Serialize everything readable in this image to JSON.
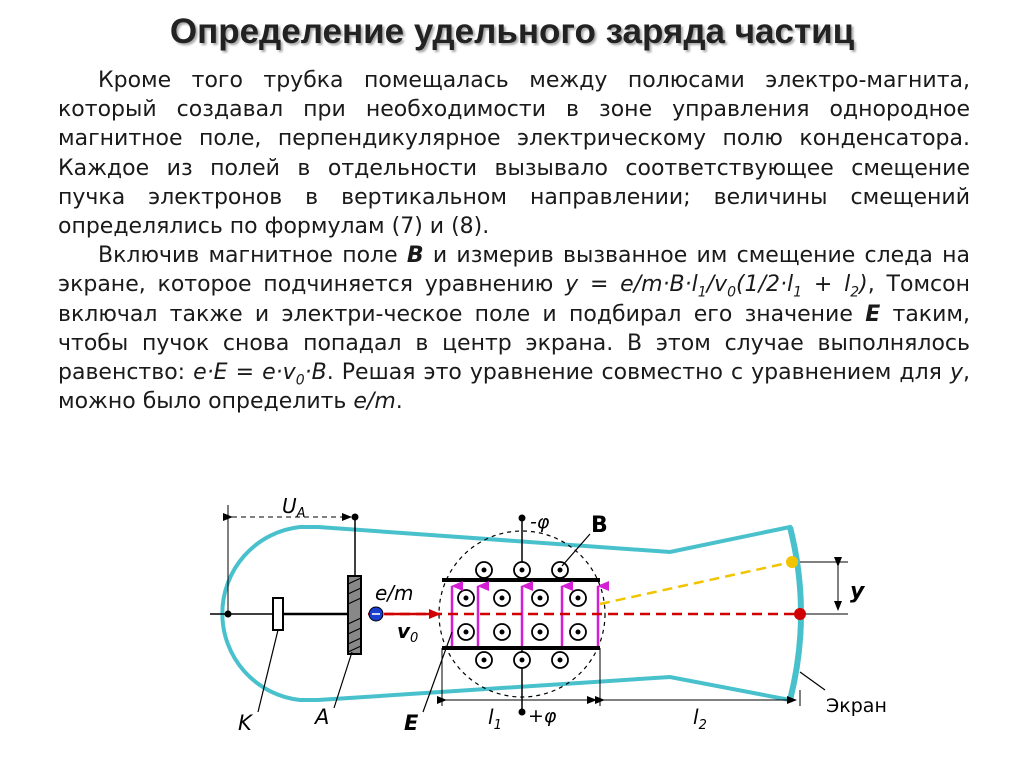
{
  "title": "Определение удельного заряда частиц",
  "paragraph1": "Кроме того трубка помещалась между полюсами электро-магнита, который создавал при необходимости в зоне управления однородное магнитное поле, перпендикулярное электрическому полю конденсатора. Каждое из полей в отдельности вызывало соответствующее смещение пучка электронов в вертикальном направлении; величины смещений определялись по формулам (7) и (8).",
  "p2": {
    "t1": "Включив магнитное поле ",
    "B": "B",
    "t2": " и измерив вызванное им смещение следа на экране, которое подчиняется уравнению ",
    "formula1": "y = e/m·B·l",
    "sub1": "1",
    "formula1b": "/v",
    "sub0": "0",
    "formula1c": "(1/2·l",
    "sub1b": "1",
    "formula1d": " + l",
    "sub2": "2",
    "formula1e": ")",
    "t3": ", Томсон включал также и электри-ческое поле и подбирал его значение ",
    "E": "E",
    "t4": " таким, чтобы пучок снова попадал в центр экрана. В этом случае выполнялось равенство: ",
    "eq_a": "e·E = e·v",
    "eq_sub": "0",
    "eq_b": "·B",
    "t5": ". Решая это уравнение совместно с уравнением для ",
    "y": "y",
    "t6": ", можно было определить ",
    "em": "e/m",
    "t7": "."
  },
  "diagram": {
    "UA": "U",
    "UA_sub": "A",
    "minus_phi": "-φ",
    "plus_phi": "+φ",
    "B_label": "B",
    "em_label": "e/m",
    "v0": "v",
    "v0_sub": "0",
    "y_label": "y",
    "screen_label": "Экран",
    "K_label": "K",
    "A_label": "A",
    "E_label": "E",
    "l1": "l",
    "l1_sub": "1",
    "l2": "l",
    "l2_sub": "2",
    "colors": {
      "tube": "#49c1cc",
      "field_arrows": "#d41fd4",
      "beam": "#d00000",
      "deflected_beam": "#f2c400",
      "electron": "#1a3fd0"
    }
  }
}
